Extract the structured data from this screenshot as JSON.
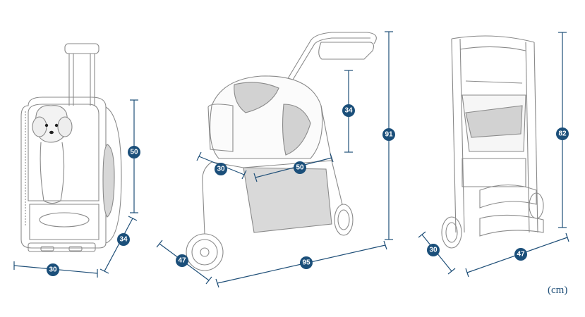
{
  "unit_label": "(cm)",
  "colors": {
    "dimension_line": "#1f4f78",
    "badge_fill": "#1b4f7a",
    "product_outline": "#8a8a8a",
    "mesh": "#b5b5b5"
  },
  "views": [
    {
      "product": "carrier-backpack",
      "dimensions": [
        {
          "id": "height",
          "value": "50"
        },
        {
          "id": "width",
          "value": "30"
        },
        {
          "id": "depth",
          "value": "34"
        }
      ]
    },
    {
      "product": "stroller-side",
      "dimensions": [
        {
          "id": "carrier-height",
          "value": "34"
        },
        {
          "id": "total-height",
          "value": "91"
        },
        {
          "id": "carrier-depth",
          "value": "30"
        },
        {
          "id": "carrier-length",
          "value": "50"
        },
        {
          "id": "width",
          "value": "47"
        },
        {
          "id": "length",
          "value": "95"
        }
      ]
    },
    {
      "product": "stroller-folded",
      "dimensions": [
        {
          "id": "height",
          "value": "82"
        },
        {
          "id": "depth",
          "value": "30"
        },
        {
          "id": "width",
          "value": "47"
        }
      ]
    }
  ]
}
